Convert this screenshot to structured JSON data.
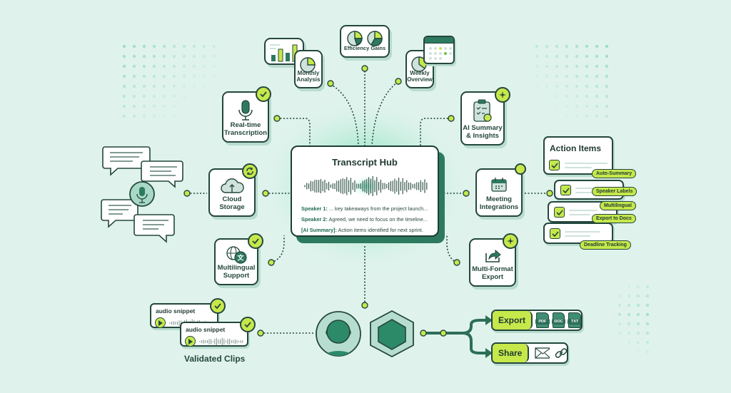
{
  "colors": {
    "background": "#dff3ec",
    "dark_green": "#24473d",
    "accent_green": "#2d7a5f",
    "lime": "#c6e84b",
    "dot_teal": "#9fdcc8"
  },
  "hub": {
    "title": "Transcript Hub",
    "lines": [
      {
        "speaker": "Speaker 1:",
        "text": " ... key takeaways from the project launch..."
      },
      {
        "speaker": "Speaker 2:",
        "text": " Agreed, we need to focus on the timeline..."
      },
      {
        "speaker": "[AI Summary]:",
        "text": " Action items identified for next sprint."
      }
    ]
  },
  "top_cards": {
    "monthly": {
      "label_1": "Monthly",
      "label_2": "Analysis"
    },
    "efficiency": {
      "label": "Efficiency Gains"
    },
    "weekly": {
      "label_1": "Weekly",
      "label_2": "Overview"
    }
  },
  "features": {
    "realtime": {
      "label_1": "Real-time",
      "label_2": "Transcription",
      "icon": "microphone-icon",
      "badge": "check-icon"
    },
    "cloud": {
      "label_1": "Cloud",
      "label_2": "Storage",
      "icon": "cloud-upload-icon",
      "badge": "sync-icon"
    },
    "multilingual": {
      "label_1": "Multilingual",
      "label_2": "Support",
      "icon": "globe-translate-icon",
      "badge": "check-icon"
    },
    "ai_summary": {
      "label_1": "AI Summary",
      "label_2": "& Insights",
      "icon": "clipboard-icon",
      "badge": "sparkle-icon"
    },
    "meeting": {
      "label_1": "Meeting",
      "label_2": "Integrations",
      "icon": "calendar-icon",
      "badge": "dot"
    },
    "export": {
      "label_1": "Multi-Format",
      "label_2": "Export",
      "icon": "share-arrow-icon",
      "badge": "sparkle-icon"
    }
  },
  "action_items": {
    "title": "Action Items",
    "tags": [
      "Auto-Summary",
      "Speaker Labels",
      "Multilingual",
      "Export to Docs",
      "Deadline Tracking"
    ]
  },
  "clips": {
    "snippet_label": "audio snippet",
    "caption": "Validated Clips"
  },
  "outputs": {
    "export": {
      "label": "Export",
      "files": [
        "PDF",
        "DOC",
        "TXT"
      ]
    },
    "share": {
      "label": "Share"
    }
  }
}
